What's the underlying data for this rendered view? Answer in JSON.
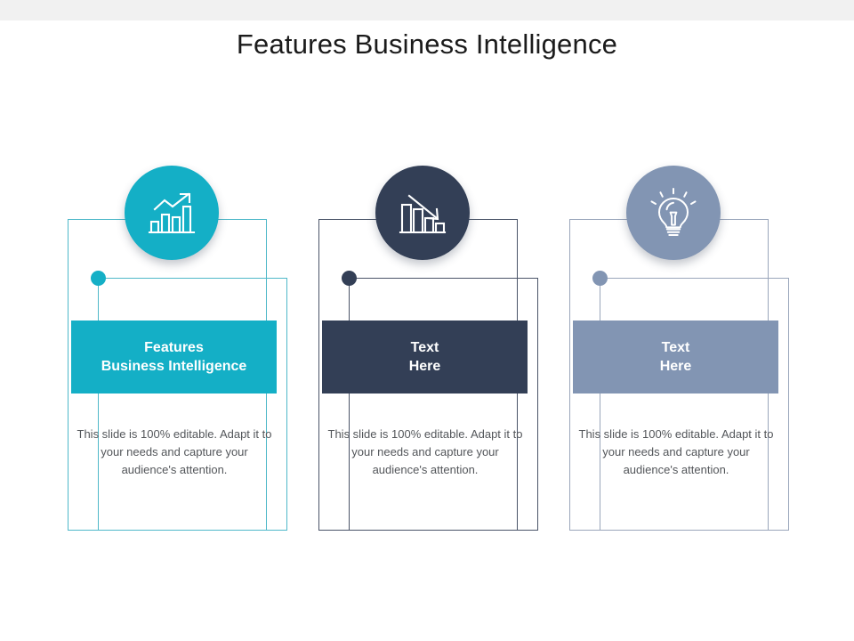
{
  "slide": {
    "title": "Features Business Intelligence",
    "background_color": "#ffffff",
    "top_band_color": "#f1f1f1"
  },
  "colors": {
    "teal": "#14afc6",
    "navy": "#333f56",
    "slate": "#8295b3",
    "body_text": "#53565a",
    "title_text": "#1b1b1b"
  },
  "cards": [
    {
      "icon": "bar-chart-up-arrow-icon",
      "accent_color": "#14afc6",
      "heading": "Features\nBusiness Intelligence",
      "body": "This slide is 100% editable. Adapt it to your needs and capture your audience's attention."
    },
    {
      "icon": "bar-chart-down-arrow-icon",
      "accent_color": "#333f56",
      "heading": "Text\nHere",
      "body": "This slide is 100% editable. Adapt it to your needs and capture your audience's attention."
    },
    {
      "icon": "lightbulb-icon",
      "accent_color": "#8295b3",
      "heading": "Text\nHere",
      "body": "This slide is 100% editable. Adapt it to your needs and capture your audience's attention."
    }
  ]
}
